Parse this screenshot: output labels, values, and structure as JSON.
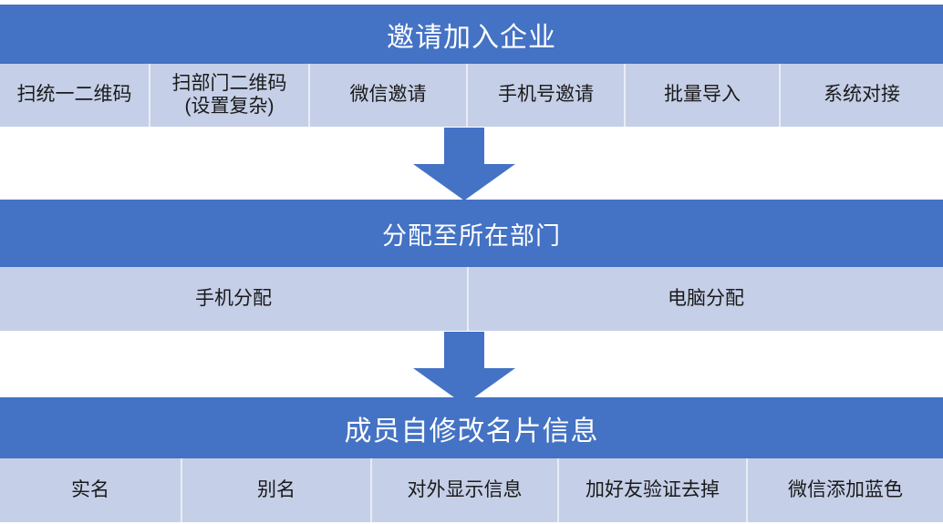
{
  "colors": {
    "header_blue": "#4472C4",
    "row_lavender": "#C5CFE7",
    "divider": "#E8ECF6",
    "header_text": "#FFFFFF",
    "cell_text": "#1A1A1A",
    "arrow_fill": "#4472C4"
  },
  "sections": [
    {
      "id": "invite",
      "title": "邀请加入企业",
      "cells": [
        {
          "line1": "扫统一二维码",
          "line2": ""
        },
        {
          "line1": "扫部门二维码",
          "line2": "(设置复杂)"
        },
        {
          "line1": "微信邀请",
          "line2": ""
        },
        {
          "line1": "手机号邀请",
          "line2": ""
        },
        {
          "line1": "批量导入",
          "line2": ""
        },
        {
          "line1": "系统对接",
          "line2": ""
        }
      ]
    },
    {
      "id": "assign",
      "title": "分配至所在部门",
      "cells": [
        {
          "line1": "手机分配",
          "line2": ""
        },
        {
          "line1": "电脑分配",
          "line2": ""
        }
      ]
    },
    {
      "id": "member-card",
      "title": "成员自修改名片信息",
      "cells": [
        {
          "line1": "实名",
          "line2": ""
        },
        {
          "line1": "别名",
          "line2": ""
        },
        {
          "line1": "对外显示信息",
          "line2": ""
        },
        {
          "line1": "加好友验证去掉",
          "line2": ""
        },
        {
          "line1": "微信添加蓝色",
          "line2": ""
        }
      ]
    }
  ],
  "arrows": [
    {
      "id": "arrow-invite-to-assign",
      "name": "down-arrow-icon"
    },
    {
      "id": "arrow-assign-to-member",
      "name": "down-arrow-icon"
    }
  ]
}
